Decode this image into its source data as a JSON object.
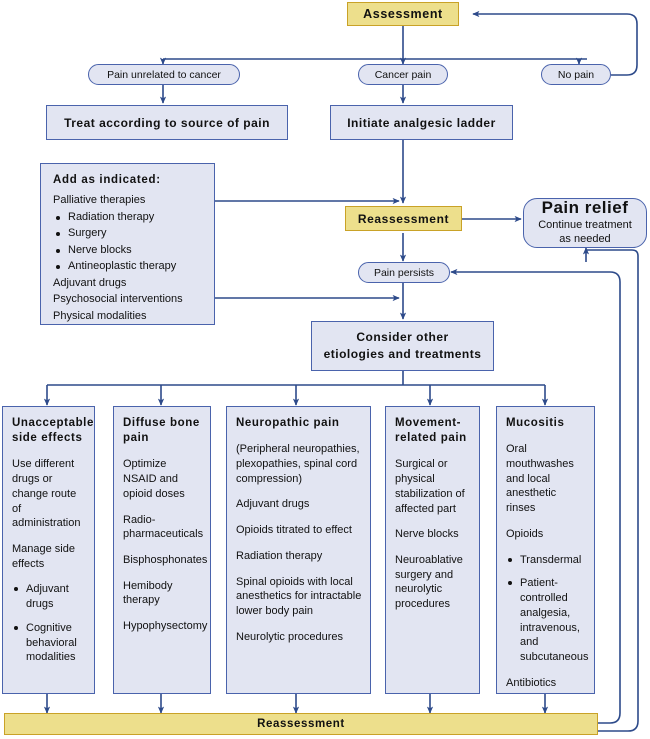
{
  "colors": {
    "accent_fill": "#eddf8c",
    "accent_border": "#c9a227",
    "box_fill": "#e2e5f2",
    "box_border": "#4a63ac",
    "connector": "#2d4a8a",
    "text": "#111111"
  },
  "nodes": {
    "assessment": "Assessment",
    "pain_unrelated": "Pain unrelated to cancer",
    "cancer_pain": "Cancer pain",
    "no_pain": "No pain",
    "treat_source": "Treat according to source of pain",
    "initiate_ladder": "Initiate analgesic ladder",
    "reassessment": "Reassessment",
    "pain_persists": "Pain persists",
    "pain_relief_title": "Pain relief",
    "pain_relief_sub": "Continue treatment\nas needed",
    "consider_other_line1": "Consider other",
    "consider_other_line2": "etiologies and treatments",
    "bottom_reassessment": "Reassessment"
  },
  "add_as_indicated": {
    "title": "Add as indicated:",
    "line1": "Palliative therapies",
    "bullets": [
      "Radiation therapy",
      "Surgery",
      "Nerve blocks",
      "Antineoplastic therapy"
    ],
    "tail": [
      "Adjuvant drugs",
      "Psychosocial interventions",
      "Physical modalities"
    ]
  },
  "columns": [
    {
      "title": "Unacceptable\nside effects",
      "paragraphs": [
        "Use different drugs or change route of administration",
        "Manage side effects"
      ],
      "bullets": [
        "Adjuvant drugs",
        "Cognitive behavioral modalities"
      ],
      "after": []
    },
    {
      "title": "Diffuse bone\npain",
      "paragraphs": [
        "Optimize NSAID and opioid doses",
        "Radio-pharmaceuticals",
        "Bisphosphonates",
        "Hemibody therapy",
        "Hypophysectomy"
      ],
      "bullets": [],
      "after": []
    },
    {
      "title": "Neuropathic pain",
      "paragraphs": [
        "(Peripheral neuropathies, plexopathies, spinal cord compression)",
        "Adjuvant drugs",
        "Opioids titrated to effect",
        "Radiation therapy",
        "Spinal opioids with local anesthetics for intractable lower body pain",
        "Neurolytic procedures"
      ],
      "bullets": [],
      "after": []
    },
    {
      "title": "Movement-\nrelated pain",
      "paragraphs": [
        "Surgical or physical stabilization of affected part",
        "Nerve blocks",
        "Neuroablative surgery and neurolytic procedures"
      ],
      "bullets": [],
      "after": []
    },
    {
      "title": "Mucositis",
      "paragraphs": [
        "Oral mouthwashes and local anesthetic rinses",
        "Opioids"
      ],
      "bullets": [
        "Transdermal",
        "Patient-controlled analgesia, intravenous, and subcutaneous"
      ],
      "after": [
        "Antibiotics"
      ]
    }
  ]
}
